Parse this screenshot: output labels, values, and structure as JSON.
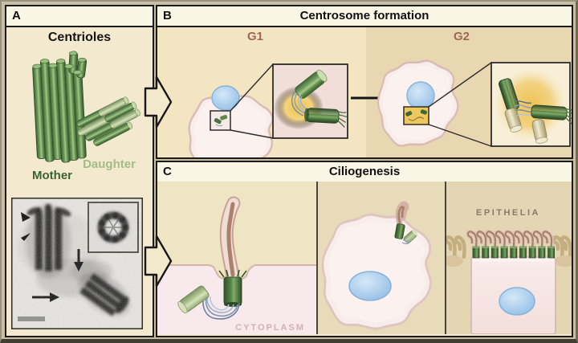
{
  "panel_a": {
    "tag": "A",
    "title": "Centrioles",
    "mother_label": "Mother",
    "daughter_label": "Daughter"
  },
  "panel_b": {
    "tag": "B",
    "title": "Centrosome formation",
    "g1_label": "G1",
    "g2_label": "G2"
  },
  "panel_c": {
    "tag": "C",
    "title": "Ciliogenesis",
    "cytoplasm_label": "CYTOPLASM",
    "epithelia_label": "EPITHELIA"
  },
  "colors": {
    "panel_bg": "#f2e9cf",
    "header_bg": "#faf6e6",
    "g1_bg": "#f3e4c2",
    "g2_bg": "#e9d7b1",
    "mother_green": "#4a7540",
    "daughter_green": "#a4bd86",
    "phase_label_brown": "#9b6a52",
    "nucleus_blue": "#aacdec",
    "cell_pink": "#f9edeb",
    "glow_yellow": "#eec14e",
    "cytoplasm_label_pink": "#d3b0b8",
    "epithelia_label_brown": "#8a7a6c"
  }
}
